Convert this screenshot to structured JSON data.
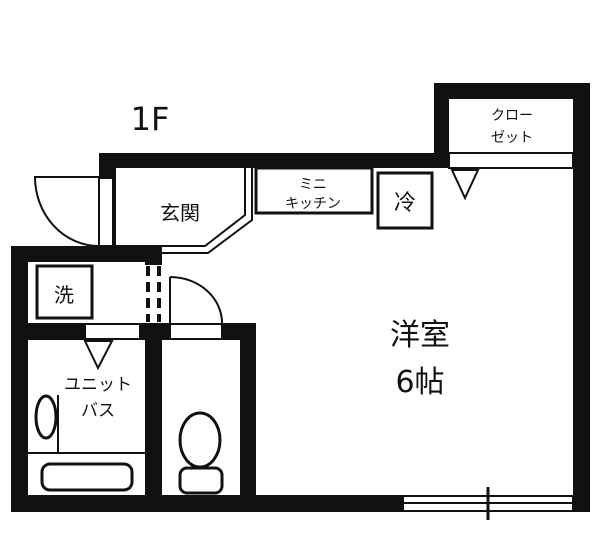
{
  "floor_label": "1F",
  "rooms": {
    "entrance": "玄関",
    "kitchen_line1": "ミニ",
    "kitchen_line2": "キッチン",
    "fridge": "冷",
    "closet_line1": "クロー",
    "closet_line2": "ゼット",
    "washer": "洗",
    "bath_line1": "ユニット",
    "bath_line2": "バス",
    "main_room_line1": "洋室",
    "main_room_line2": "6帖"
  },
  "colors": {
    "wall": "#111111",
    "background": "#ffffff"
  }
}
